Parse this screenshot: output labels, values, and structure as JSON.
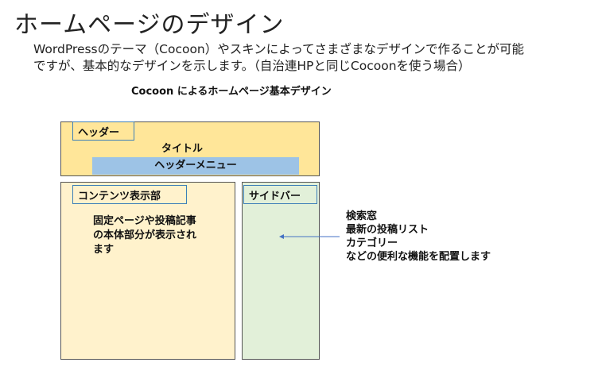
{
  "title": "ホームページのデザイン",
  "intro": [
    "WordPressのテーマ（Cocoon）やスキンによってさまざまなデザインで作ることが可能",
    "ですが、基本的なデザインを示します。（自治連HPと同じCocoonを使う場合）"
  ],
  "diagram": {
    "subtitle": "Cocoon によるホームページ基本デザイン",
    "header": {
      "label": "ヘッダー",
      "title": "タイトル",
      "menu": "ヘッダーメニュー"
    },
    "content": {
      "label": "コンテンツ表示部",
      "lines": [
        "固定ページや投稿記事",
        "の本体部分が表示され",
        "ます"
      ]
    },
    "sidebar": {
      "label": "サイドバー"
    },
    "sidebar_note": [
      "検索窓",
      "最新の投稿リスト",
      "カテゴリー",
      "などの便利な機能を配置します"
    ],
    "colors": {
      "header": "#ffe699",
      "menu": "#9dc3e6",
      "content": "#fff2cc",
      "sidebar": "#e2f0d9",
      "label_border": "#3d7fb8"
    }
  }
}
